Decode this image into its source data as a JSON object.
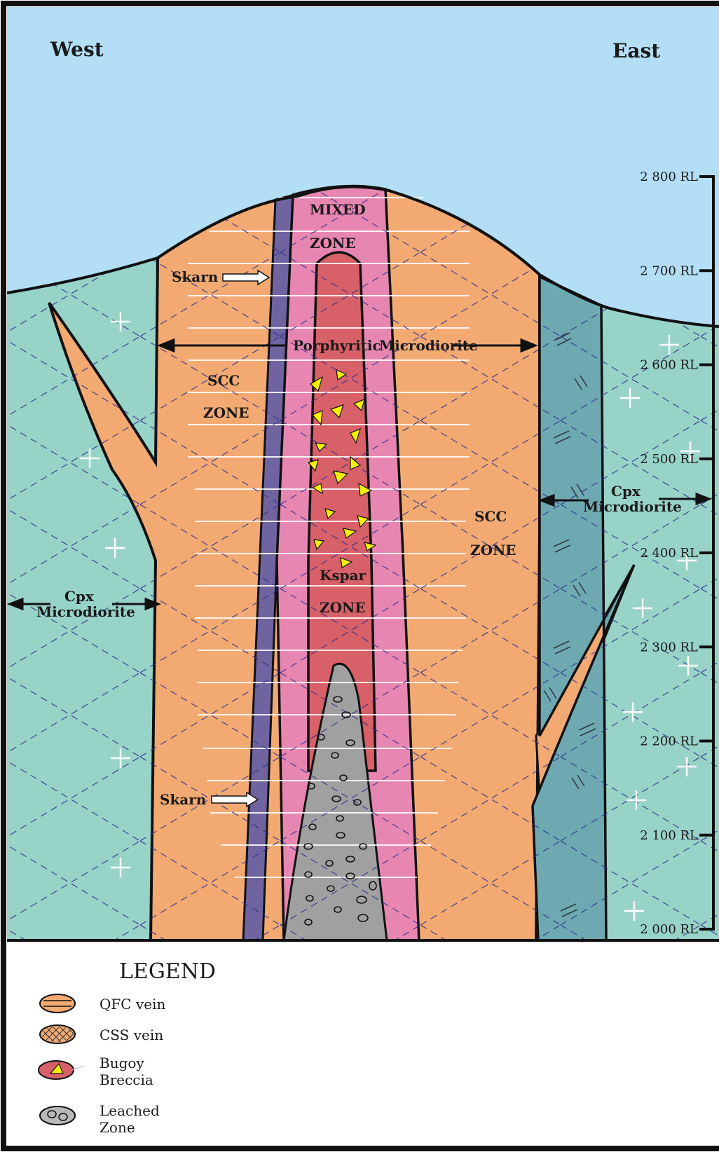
{
  "directions": {
    "west": "West",
    "east": "East"
  },
  "elevation_scale": [
    {
      "label": "2 800 RL",
      "rl": 2800
    },
    {
      "label": "2 700 RL",
      "rl": 2700
    },
    {
      "label": "2 600 RL",
      "rl": 2600
    },
    {
      "label": "2 500 RL",
      "rl": 2500
    },
    {
      "label": "2 400 RL",
      "rl": 2400
    },
    {
      "label": "2 300 RL",
      "rl": 2300
    },
    {
      "label": "2 200 RL",
      "rl": 2200
    },
    {
      "label": "2 100 RL",
      "rl": 2100
    },
    {
      "label": "2 000 RL",
      "rl": 2000
    }
  ],
  "labels": {
    "mixed_zone_1": "MIXED",
    "mixed_zone_2": "ZONE",
    "skarn_upper": "Skarn",
    "skarn_lower": "Skarn",
    "porphyritic_1": "Porphyritic",
    "porphyritic_2": "Microdiorite",
    "scc_west_1": "SCC",
    "scc_west_2": "ZONE",
    "scc_east_1": "SCC",
    "scc_east_2": "ZONE",
    "kspar_1": "Kspar",
    "kspar_2": "ZONE",
    "cpx_west_1": "Cpx",
    "cpx_west_2": "Microdiorite",
    "cpx_east_1": "Cpx",
    "cpx_east_2": "Microdiorite"
  },
  "legend": {
    "title": "LEGEND",
    "items": [
      {
        "icon": "qfc-vein-icon",
        "label": "QFC vein"
      },
      {
        "icon": "css-vein-icon",
        "label": "CSS vein"
      },
      {
        "icon": "bugoy-breccia-icon",
        "label_1": "Bugoy",
        "label_2": "Breccia"
      },
      {
        "icon": "leached-zone-icon",
        "label_1": "Leached",
        "label_2": "Zone"
      }
    ]
  },
  "colors": {
    "sky": "#b3def5",
    "cpx_microdiorite": "#98d3c8",
    "scc_zone": "#f2aa72",
    "mixed_zone": "#e886b2",
    "skarn": "#6f64a0",
    "kspar_zone": "#d86068",
    "leached_zone": "#a0a0a0",
    "dike": "#6ea9b2",
    "breccia_clast": "#f7f200"
  }
}
